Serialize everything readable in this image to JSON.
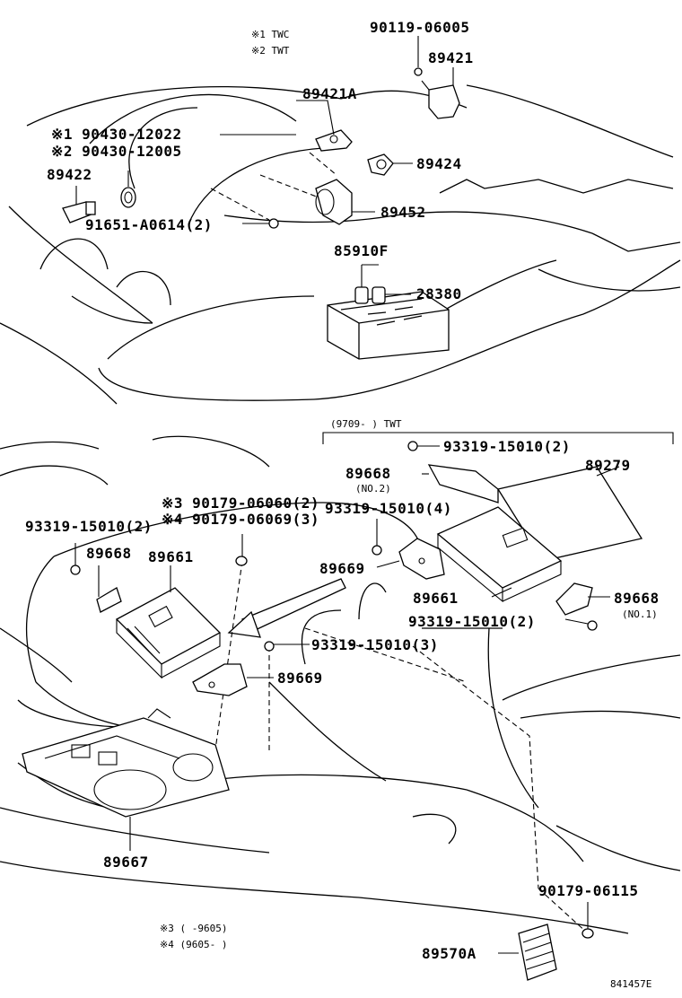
{
  "legend_top": {
    "note1": "※1  TWC",
    "note2": "※2  TWT"
  },
  "labels": {
    "p90119": "90119-06005",
    "p89421": "89421",
    "p89421a": "89421A",
    "n1_90430": "※1 90430-12022",
    "n2_90430": "※2 90430-12005",
    "p89422": "89422",
    "p89424": "89424",
    "p91651": "91651-A0614(2)",
    "p89452": "89452",
    "p85910f": "85910F",
    "p28380": "28380",
    "twt_range": "(9709-      )  TWT",
    "p93319_top": "93319-15010(2)",
    "p89668_no2": "89668",
    "no2": "(NO.2)",
    "p89279": "89279",
    "n3_90179": "※3 90179-06060(2)",
    "n4_90179": "※4 90179-06069(3)",
    "p93319_mid": "93319-15010(4)",
    "p93319_left": "93319-15010(2)",
    "p89668_left": "89668",
    "p89661_left": "89661",
    "p89669_right": "89669",
    "p89661_right": "89661",
    "p89668_no1": "89668",
    "no1": "(NO.1)",
    "p93319_r2": "93319-15010(2)",
    "p93319_3": "93319-15010(3)",
    "p89669_center": "89669",
    "p89667": "89667",
    "p90179_06115": "90179-06115",
    "n3_range": "※3 (      -9605)",
    "n4_range": "※4 (9605-      )",
    "p89570a": "89570A",
    "figure_id": "841457E"
  }
}
